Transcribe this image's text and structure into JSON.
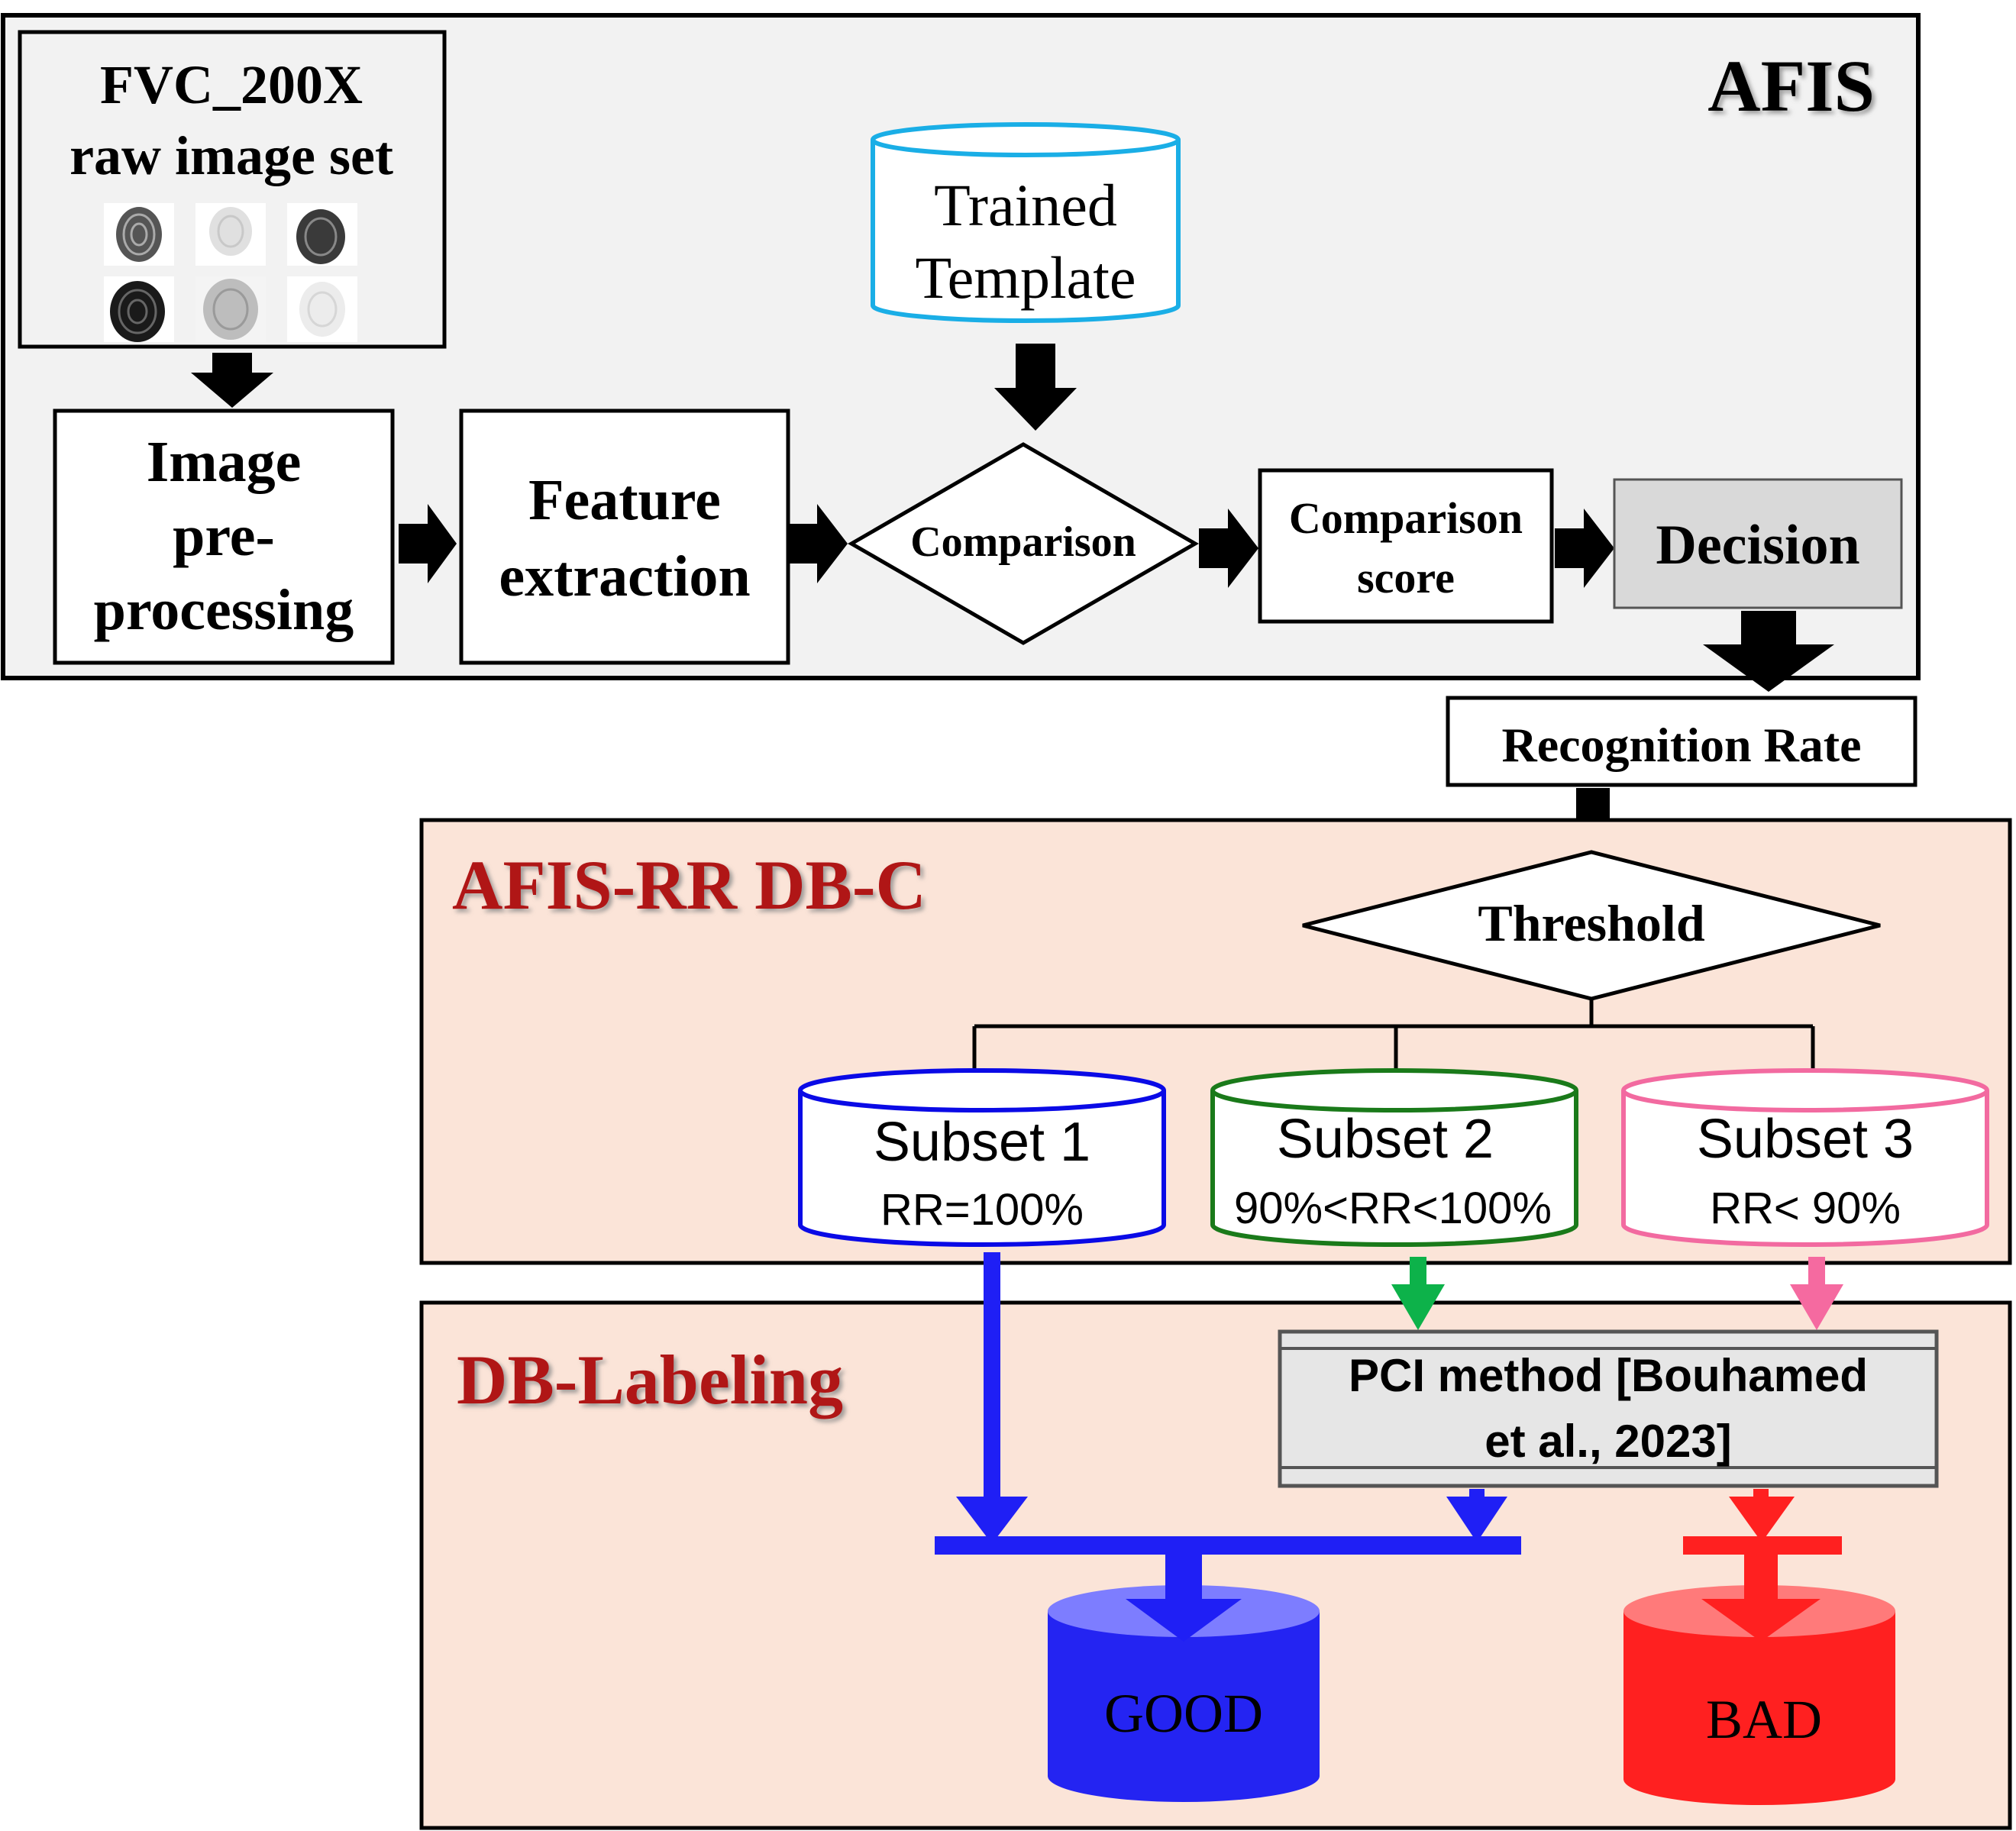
{
  "afis": {
    "title": "AFIS",
    "dataset_line1": "FVC_200X",
    "dataset_line2": "raw image set",
    "template_line1": "Trained",
    "template_line2": "Template",
    "preproc_line1": "Image",
    "preproc_line2": "pre-",
    "preproc_line3": "processing",
    "feature_line1": "Feature",
    "feature_line2": "extraction",
    "comparison": "Comparison",
    "score_line1": "Comparison",
    "score_line2": "score",
    "decision": "Decision"
  },
  "recognition_rate": "Recognition Rate",
  "dbc": {
    "title": "AFIS-RR DB-C",
    "threshold": "Threshold",
    "subsets": [
      {
        "name": "Subset 1",
        "rule": "RR=100%",
        "color": "#0a0ae6"
      },
      {
        "name": "Subset 2",
        "rule": "90%<RR<100%",
        "color": "#1a7a1a"
      },
      {
        "name": "Subset 3",
        "rule": "RR< 90%",
        "color": "#f26aa0"
      }
    ]
  },
  "labeling": {
    "title": "DB-Labeling",
    "pci_line1": "PCI method [Bouhamed",
    "pci_line2": "et al., 2023]",
    "good": "GOOD",
    "bad": "BAD"
  },
  "colors": {
    "title_red": "#b01515",
    "panel_gray": "#f2f2f2",
    "panel_peach": "#fbe4d8",
    "cyan": "#1aaee6",
    "blue": "#1f1ff5",
    "green": "#0db24a",
    "pink": "#f56aa0",
    "red": "#ff2020"
  }
}
